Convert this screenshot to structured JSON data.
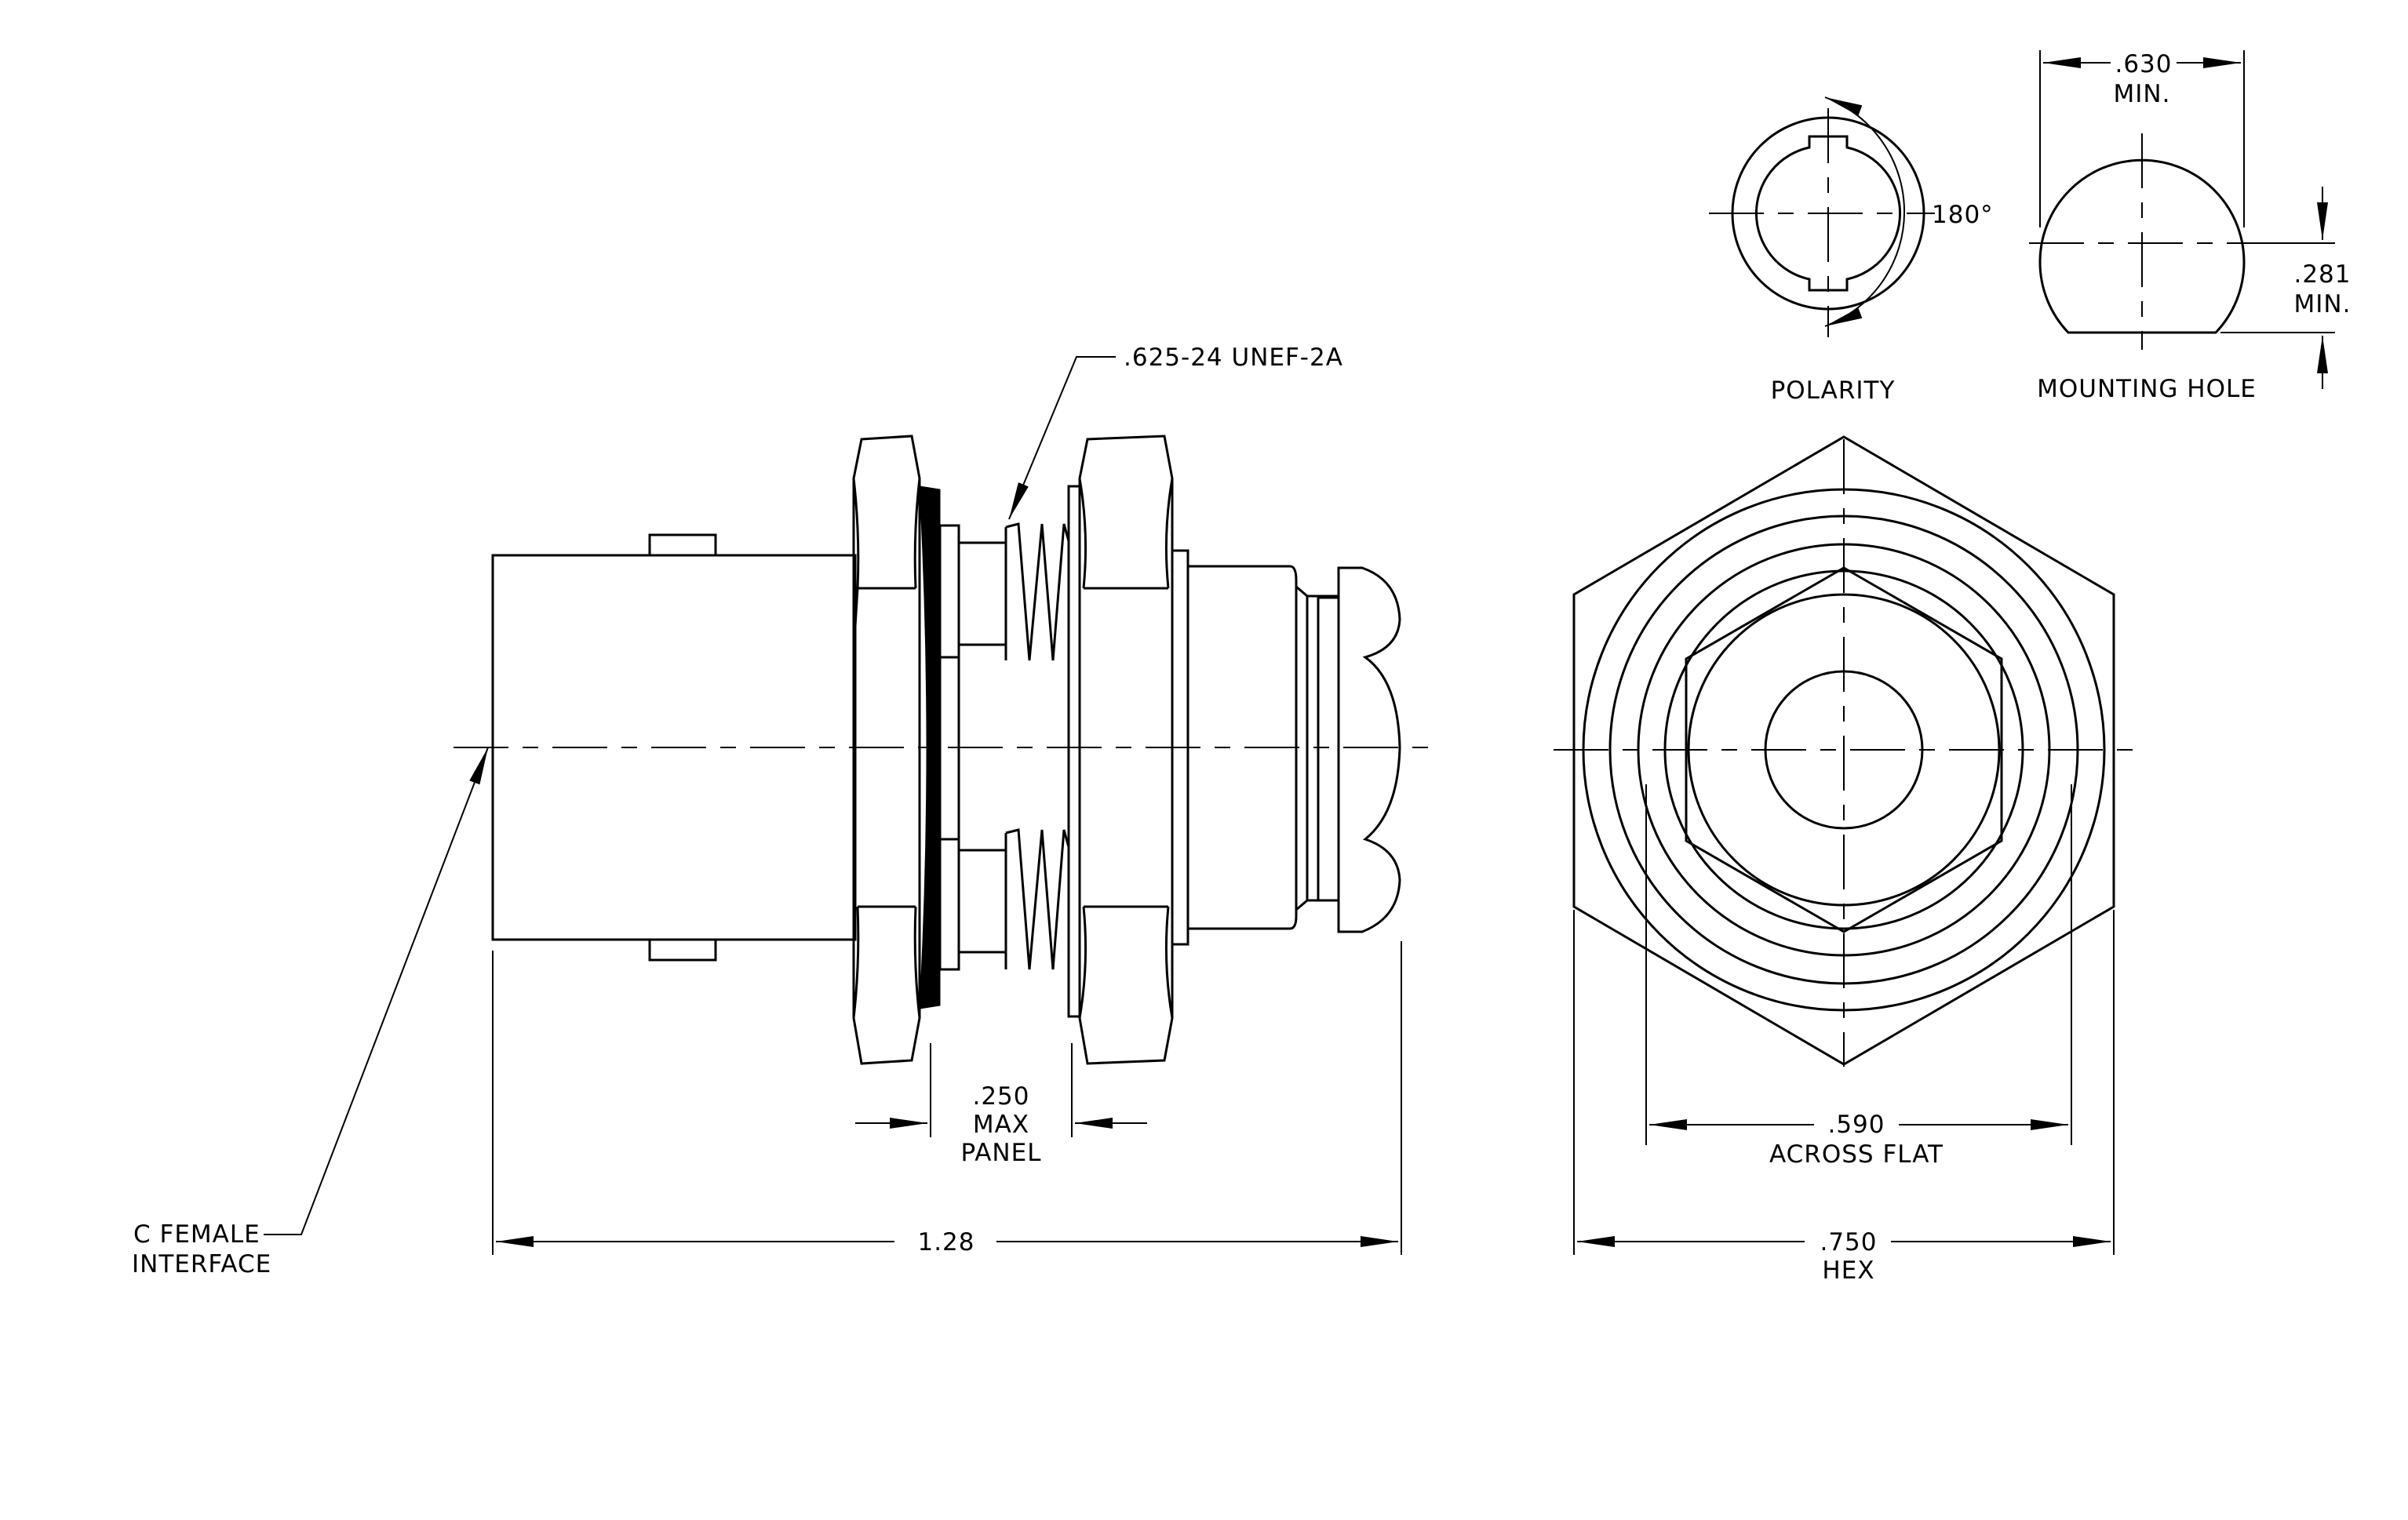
{
  "labels": {
    "thread": ".625-24  UNEF-2A",
    "polarity": "POLARITY",
    "angle": "180°",
    "mounting_hole": "MOUNTING  HOLE",
    "dim_630": ".630",
    "dim_630_note": "MIN.",
    "dim_281": ".281",
    "dim_281_note": "MIN.",
    "interface_line1": "C  FEMALE",
    "interface_line2": "INTERFACE",
    "dim_250": ".250",
    "dim_250_line2": "MAX",
    "dim_250_line3": "PANEL",
    "dim_128": "1.28",
    "dim_590": ".590",
    "dim_590_note": "ACROSS FLAT",
    "dim_750": ".750",
    "dim_750_note": "HEX"
  }
}
